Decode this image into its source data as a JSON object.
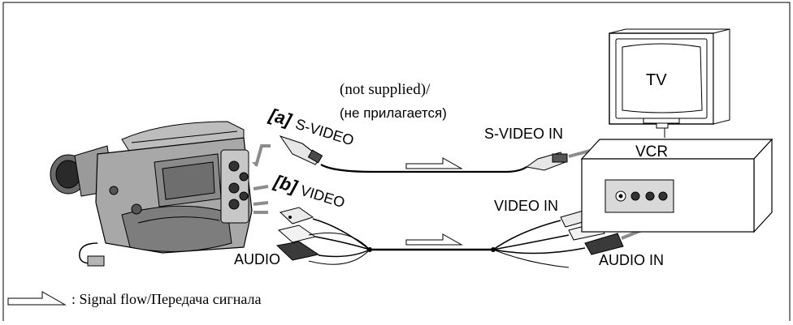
{
  "labels": {
    "not_supplied_en": "(not supplied)/",
    "not_supplied_ru": "(не прилагается)",
    "a_marker": "[a]",
    "s_video": "S-VIDEO",
    "b_marker": "[b]",
    "video": "VIDEO",
    "audio": "AUDIO",
    "s_video_in": "S-VIDEO IN",
    "video_in": "VIDEO IN",
    "audio_in": "AUDIO IN",
    "tv": "TV",
    "vcr": "VCR",
    "legend": ": Signal flow/Передача сигнала"
  },
  "colors": {
    "line": "#000000",
    "gray": "#8c8c8c",
    "dark": "#3a3a3a",
    "light": "#d9d9d9"
  },
  "icons": {
    "signal_flow": "signal-flow-arrow-icon"
  }
}
